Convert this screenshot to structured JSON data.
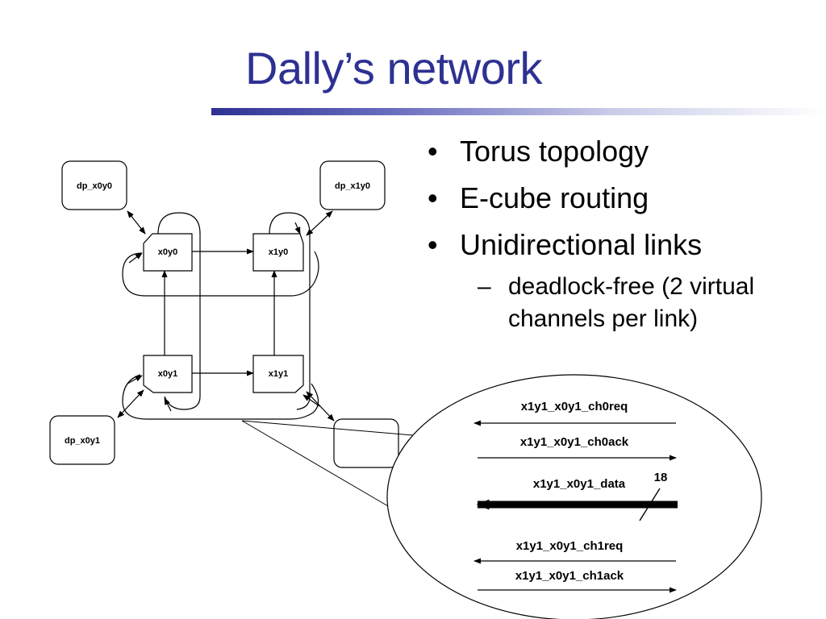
{
  "slide": {
    "title": "Dally’s network",
    "bullets": [
      "Torus topology",
      "E-cube routing",
      "Unidirectional links"
    ],
    "sub_bullet": {
      "dash": "–",
      "text": "deadlock-free (2 virtual channels per link)"
    }
  },
  "diagram": {
    "nodes": {
      "dp_x0y0": "dp_x0y0",
      "dp_x1y0": "dp_x1y0",
      "dp_x0y1": "dp_x0y1",
      "x0y0": "x0y0",
      "x1y0": "x1y0",
      "x0y1": "x0y1",
      "x1y1": "x1y1"
    },
    "zoom": {
      "signals": [
        "x1y1_x0y1_ch0req",
        "x1y1_x0y1_ch0ack",
        "x1y1_x0y1_data",
        "x1y1_x0y1_ch1req",
        "x1y1_x0y1_ch1ack"
      ],
      "bus_width": "18"
    }
  },
  "colors": {
    "title": "#2e3192",
    "text": "#000000"
  }
}
